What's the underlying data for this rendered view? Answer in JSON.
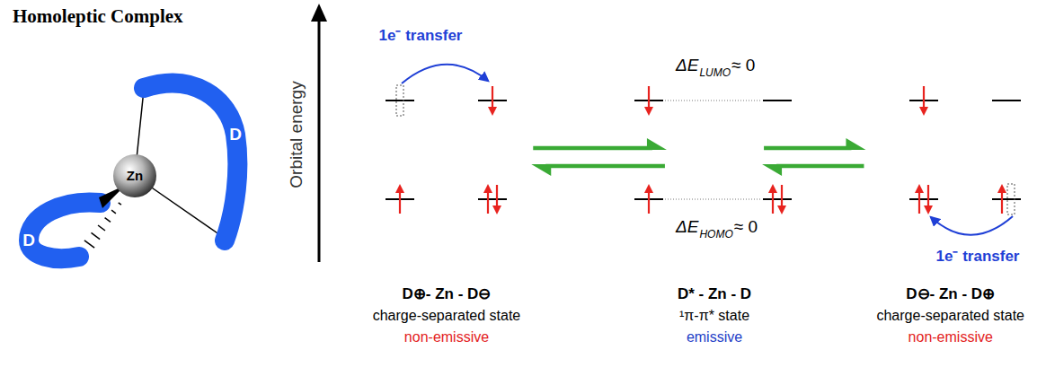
{
  "diagram": {
    "title": "Homoleptic Complex",
    "nodes": [
      {
        "text": [
          "D⊕- Zn - D⊖",
          "charge-separated state",
          "non-emissive"
        ]
      },
      {
        "text": [
          "D* - Zn - D",
          "¹π-π* state",
          "emissive"
        ]
      },
      {
        "text": [
          "D⊖- Zn - D⊕",
          "charge-separated state",
          "non-emissive"
        ]
      }
    ],
    "edges": [
      {
        "from": 0,
        "to": 1,
        "arrow": "both"
      },
      {
        "from": 1,
        "to": 2,
        "arrow": "both"
      }
    ],
    "labels": [
      "D",
      "Zn",
      "D",
      "Orbital energy",
      "1e⁻ transfer",
      "ΔE",
      "LUMO",
      "≈ 0",
      "ΔE",
      "HOMO",
      "≈ 0",
      "1e⁻ transfer"
    ]
  }
}
